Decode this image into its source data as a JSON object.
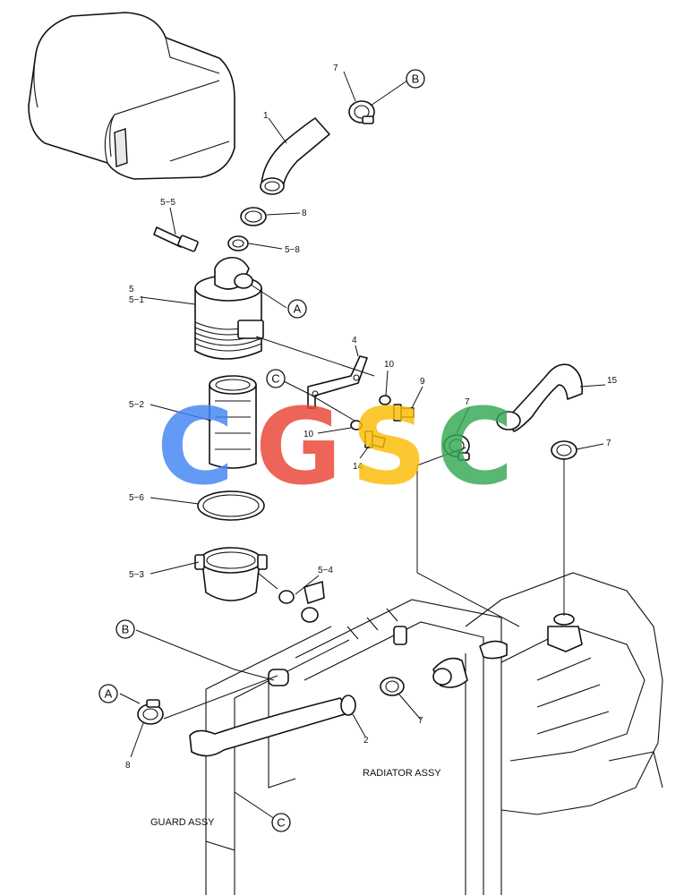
{
  "callouts": {
    "n1": "1",
    "n2": "2",
    "n4": "4",
    "n7a": "7",
    "n7b": "7",
    "n7c": "7",
    "n7d": "7",
    "n8a": "8",
    "n8b": "8",
    "n9": "9",
    "n10a": "10",
    "n10b": "10",
    "n14": "14",
    "n15": "15",
    "n5": "5",
    "n5_1": "5−1",
    "n5_2": "5−2",
    "n5_3": "5−3",
    "n5_4": "5−4",
    "n5_5": "5−5",
    "n5_6": "5−6",
    "n5_8": "5−8"
  },
  "refs": {
    "a1": "A",
    "a2": "A",
    "b1": "B",
    "b2": "B",
    "c1": "C",
    "c2": "C"
  },
  "captions": {
    "radiator": "RADIATOR ASSY",
    "guard": "GUARD ASSY"
  },
  "watermark": {
    "letters": [
      "C",
      "G",
      "S",
      "C"
    ],
    "colors": [
      "#4285f4",
      "#ea4335",
      "#fbbc05",
      "#34a853"
    ]
  }
}
